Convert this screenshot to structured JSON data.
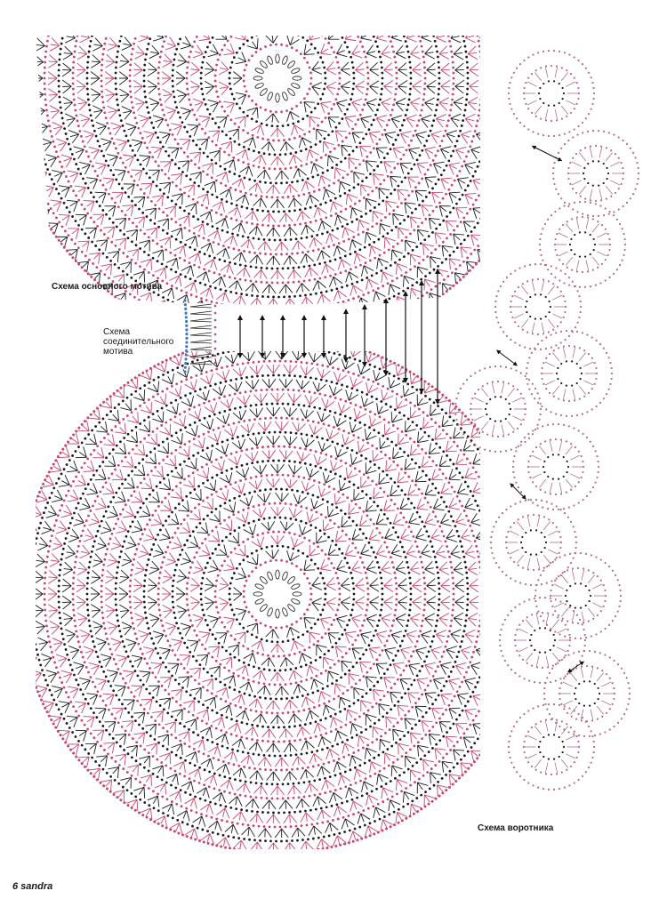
{
  "labels": {
    "main_motif": "Схема основного мотива",
    "connecting_motif": [
      "Схема",
      "соединительного",
      "мотива"
    ],
    "collar": "Схема воротника",
    "page_footer": "6 sandra"
  },
  "colors": {
    "black_stitch": "#1c1c1c",
    "pink_stitch": "#c8466a",
    "blue_stitch": "#3f78c0",
    "collar_stitch": "#b07080"
  },
  "legend_note": ""
}
